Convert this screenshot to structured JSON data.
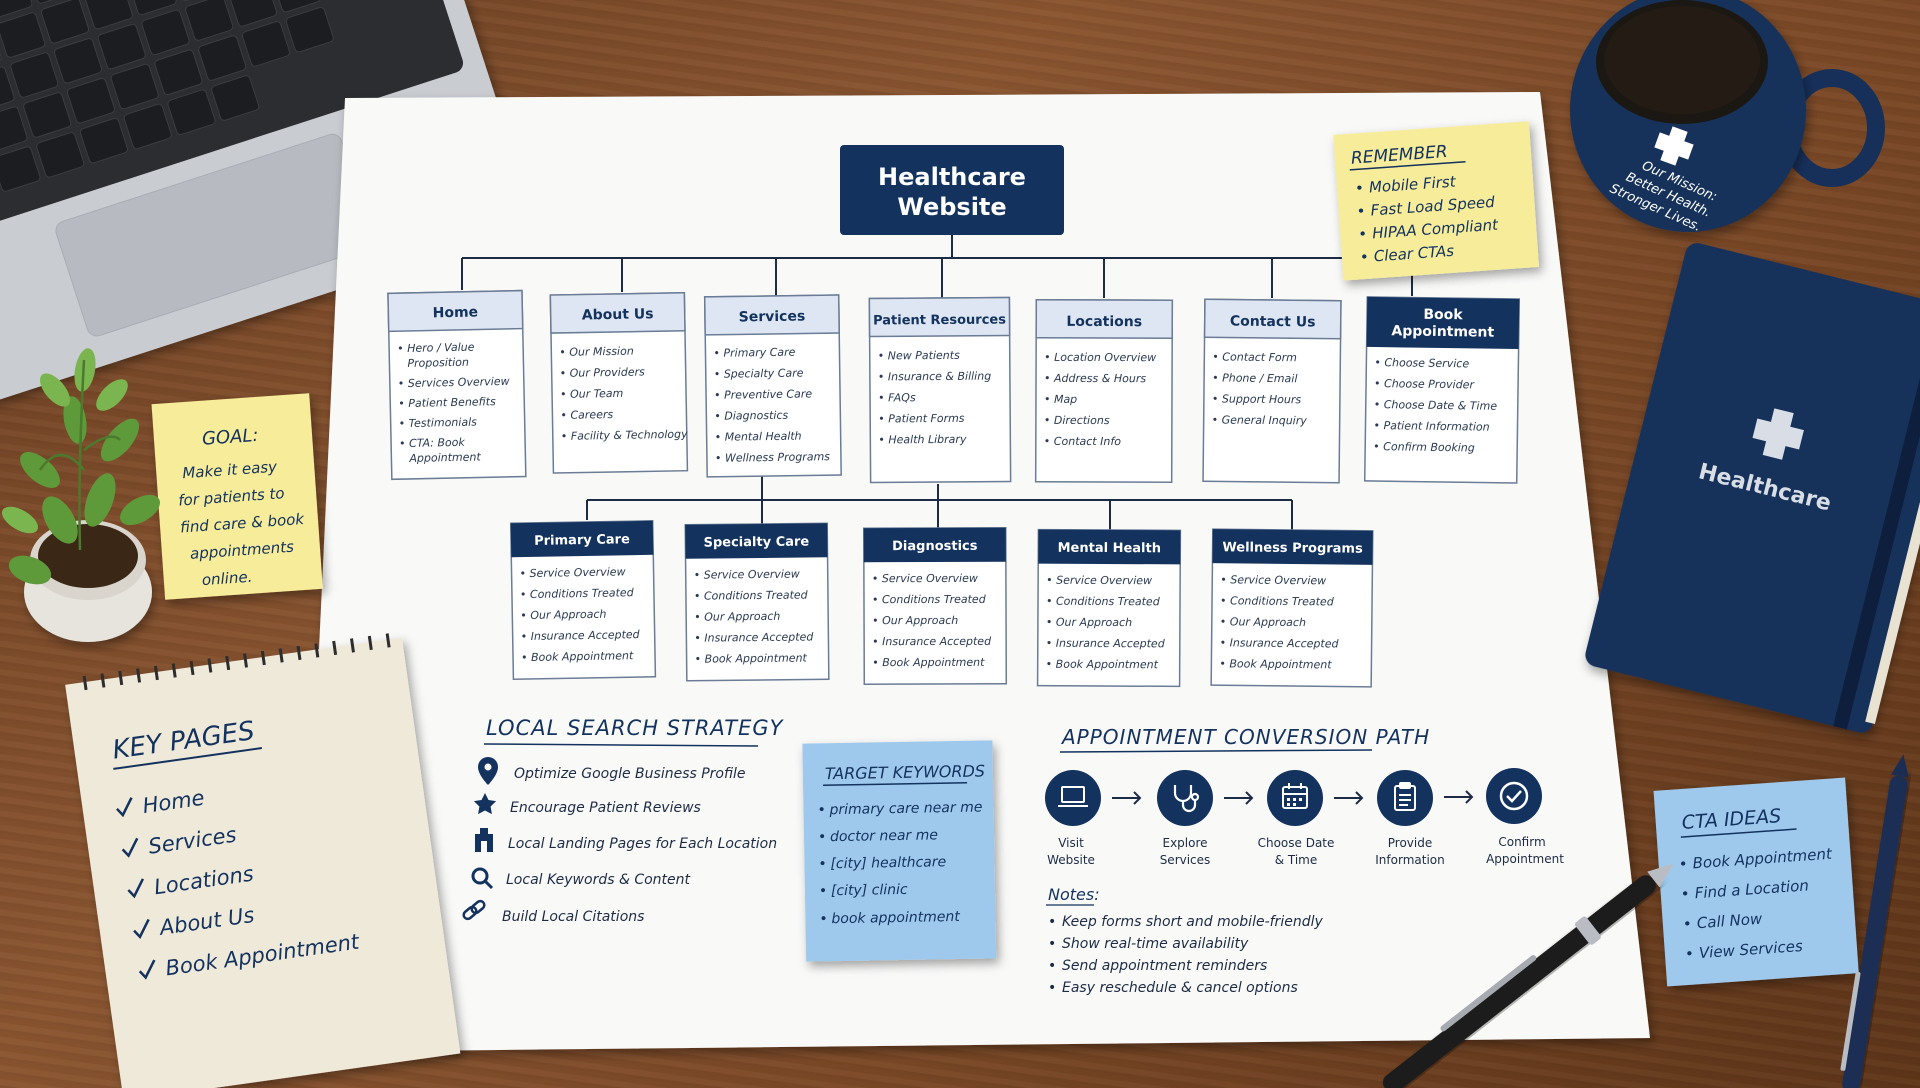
{
  "root": {
    "line1": "Healthcare",
    "line2": "Website"
  },
  "main_nav": [
    {
      "title": "Home",
      "items": [
        "Hero / Value",
        "Proposition",
        "Services Overview",
        "Patient Benefits",
        "Testimonials",
        "CTA: Book",
        "Appointment"
      ]
    },
    {
      "title": "About Us",
      "items": [
        "Our Mission",
        "Our Providers",
        "Our Team",
        "Careers",
        "Facility & Technology"
      ]
    },
    {
      "title": "Services",
      "items": [
        "Primary Care",
        "Specialty Care",
        "Preventive Care",
        "Diagnostics",
        "Mental Health",
        "Wellness Programs"
      ]
    },
    {
      "title": "Patient Resources",
      "items": [
        "New Patients",
        "Insurance & Billing",
        "FAQs",
        "Patient Forms",
        "Health Library"
      ]
    },
    {
      "title": "Locations",
      "items": [
        "Location Overview",
        "Address & Hours",
        "Map",
        "Directions",
        "Contact Info"
      ]
    },
    {
      "title": "Contact Us",
      "items": [
        "Contact Form",
        "Phone / Email",
        "Support Hours",
        "General Inquiry"
      ]
    },
    {
      "title1": "Book",
      "title2": "Appointment",
      "items": [
        "Choose Service",
        "Choose Provider",
        "Choose Date & Time",
        "Patient Information",
        "Confirm Booking"
      ]
    }
  ],
  "service_pages": [
    {
      "title": "Primary Care",
      "items": [
        "Service Overview",
        "Conditions Treated",
        "Our Approach",
        "Insurance Accepted",
        "Book Appointment"
      ]
    },
    {
      "title": "Specialty Care",
      "items": [
        "Service Overview",
        "Conditions Treated",
        "Our Approach",
        "Insurance Accepted",
        "Book Appointment"
      ]
    },
    {
      "title": "Diagnostics",
      "items": [
        "Service Overview",
        "Conditions Treated",
        "Our Approach",
        "Insurance Accepted",
        "Book Appointment"
      ]
    },
    {
      "title": "Mental Health",
      "items": [
        "Service Overview",
        "Conditions Treated",
        "Our Approach",
        "Insurance Accepted",
        "Book Appointment"
      ]
    },
    {
      "title": "Wellness Programs",
      "items": [
        "Service Overview",
        "Conditions Treated",
        "Our Approach",
        "Insurance Accepted",
        "Book Appointment"
      ]
    }
  ],
  "remember_note": {
    "heading": "REMEMBER",
    "items": [
      "Mobile First",
      "Fast Load Speed",
      "HIPAA Compliant",
      "Clear CTAs"
    ]
  },
  "goal_note": {
    "heading": "GOAL:",
    "lines": [
      "Make it easy",
      "for patients to",
      "find care & book",
      "appointments",
      "online."
    ]
  },
  "key_pages": {
    "heading": "KEY PAGES",
    "items": [
      "Home",
      "Services",
      "Locations",
      "About Us",
      "Book Appointment"
    ]
  },
  "local_search": {
    "heading": "LOCAL SEARCH STRATEGY",
    "items": [
      {
        "icon": "map-pin-icon",
        "text": "Optimize Google Business Profile"
      },
      {
        "icon": "star-icon",
        "text": "Encourage Patient Reviews"
      },
      {
        "icon": "building-icon",
        "text": "Local Landing Pages for Each Location"
      },
      {
        "icon": "search-icon",
        "text": "Local Keywords & Content"
      },
      {
        "icon": "link-icon",
        "text": "Build Local Citations"
      }
    ]
  },
  "target_keywords": {
    "heading": "TARGET KEYWORDS",
    "items": [
      "primary care near me",
      "doctor near me",
      "[city] healthcare",
      "[city] clinic",
      "book appointment"
    ]
  },
  "conversion_path": {
    "heading": "APPOINTMENT CONVERSION PATH",
    "steps": [
      {
        "icon": "laptop-icon",
        "line1": "Visit",
        "line2": "Website"
      },
      {
        "icon": "stethoscope-icon",
        "line1": "Explore",
        "line2": "Services"
      },
      {
        "icon": "calendar-icon",
        "line1": "Choose Date",
        "line2": "& Time"
      },
      {
        "icon": "clipboard-icon",
        "line1": "Provide",
        "line2": "Information"
      },
      {
        "icon": "check-circle-icon",
        "line1": "Confirm",
        "line2": "Appointment"
      }
    ],
    "notes_heading": "Notes:",
    "notes": [
      "Keep forms short and mobile-friendly",
      "Show real-time availability",
      "Send appointment reminders",
      "Easy reschedule & cancel options"
    ]
  },
  "cta_ideas": {
    "heading": "CTA IDEAS",
    "items": [
      "Book Appointment",
      "Find a Location",
      "Call Now",
      "View Services"
    ]
  },
  "mug_text": [
    "Our Mission:",
    "Better Health.",
    "Stronger Lives."
  ],
  "notebook_label": "Healthcare",
  "colors": {
    "navy": "#13325e",
    "node_header_light": "#dde6f2",
    "sticky_yellow": "#f6ec9a",
    "sticky_blue": "#9ec9ec",
    "desk": "#7a4826"
  }
}
